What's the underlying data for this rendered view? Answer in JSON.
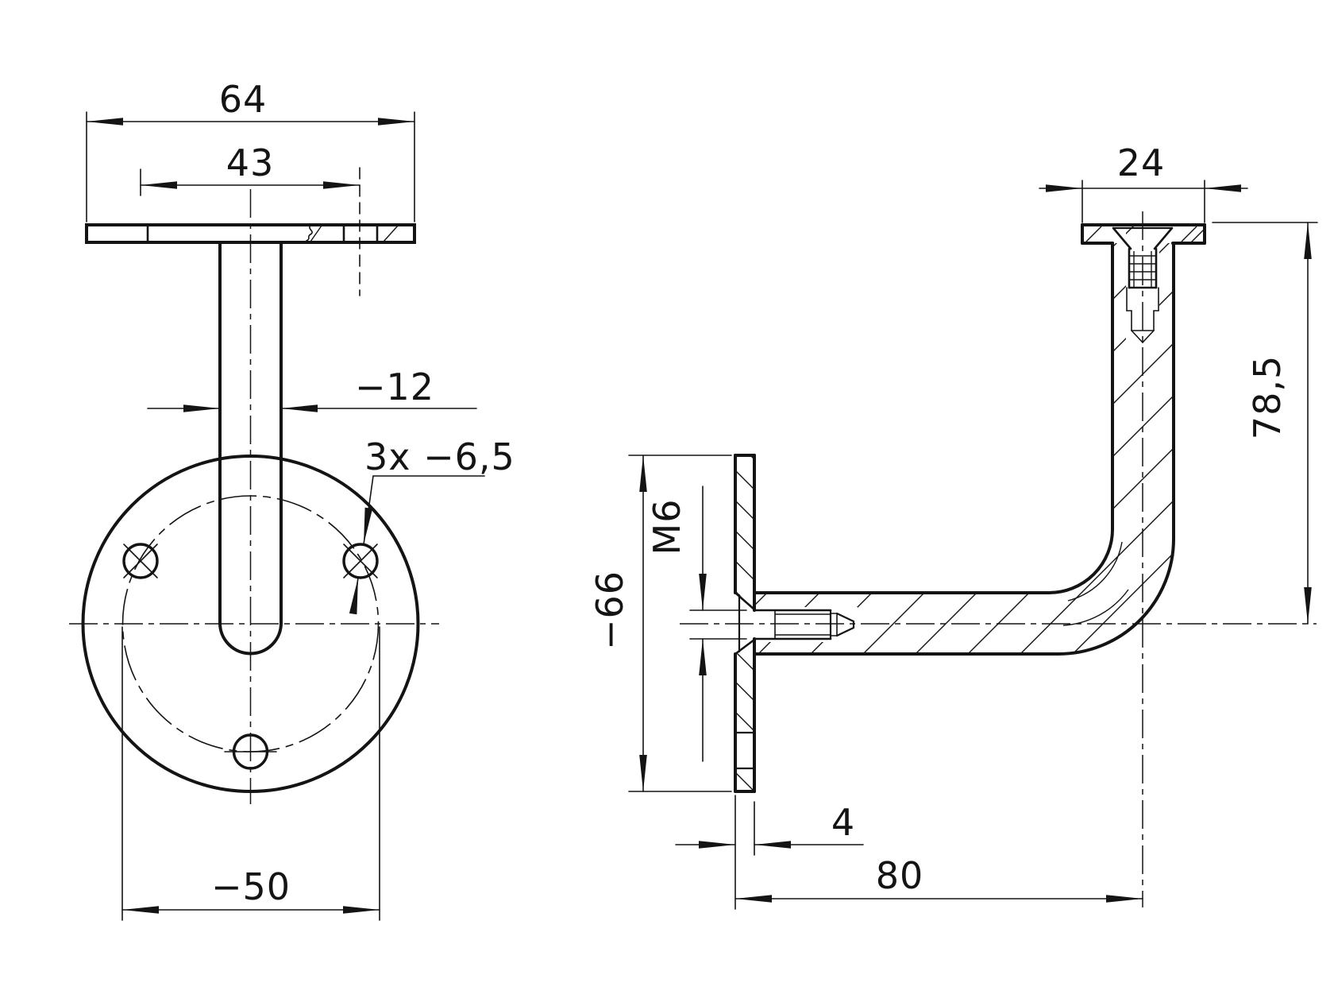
{
  "meta": {
    "type": "technical-drawing",
    "subject": "handrail wall bracket, two orthographic views",
    "background": "#ffffff",
    "ink": "#141414"
  },
  "views": {
    "front": {
      "dims": {
        "saddle_plate_width": "64",
        "upper_hole_spacing": "43",
        "stem_diameter": "−12",
        "mounting_holes": "3x −6,5",
        "bolt_circle_diameter": "−50"
      }
    },
    "side": {
      "dims": {
        "saddle_plate_depth": "24",
        "overall_height": "78,5",
        "wall_plate_diameter": "−66",
        "set_screw_thread": "M6",
        "wall_plate_thickness": "4",
        "projection_depth": "80"
      }
    }
  }
}
